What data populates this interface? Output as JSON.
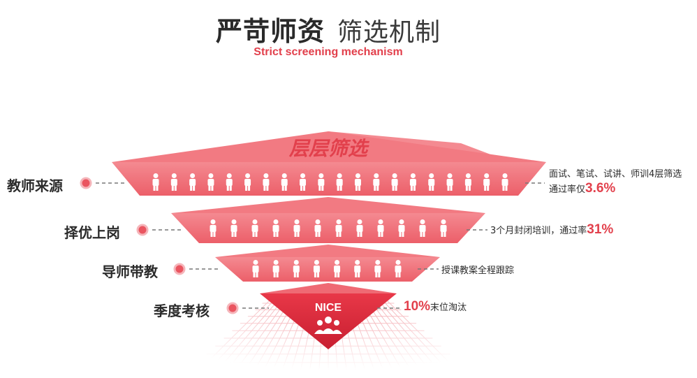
{
  "header": {
    "title_bold": "严苛师资",
    "title_light": "筛选机制",
    "subtitle": "Strict screening mechanism"
  },
  "funnel": {
    "top_banner": "层层筛选",
    "bottom_badge": "NICE",
    "bottom_icon": "group-people-icon",
    "colors": {
      "accent": "#e2404c",
      "tier_light": "#f27a82",
      "tier_mid": "#ec5f69",
      "tier_dark": "#d92a3a",
      "grid": "#f3a5ab",
      "dot": "#ea5560",
      "person": "#ffffff"
    },
    "tiers": [
      {
        "label": "教师来源",
        "desc_line1": "面试、笔试、试讲、师训4层筛选",
        "desc_prefix": "通过率仅",
        "desc_highlight": "3.6%",
        "desc_suffix": "",
        "people": 20
      },
      {
        "label": "择优上岗",
        "desc_line1": "",
        "desc_prefix": "3个月封闭培训，通过率",
        "desc_highlight": "31%",
        "desc_suffix": "",
        "people": 12
      },
      {
        "label": "导师带教",
        "desc_line1": "",
        "desc_prefix": "授课教案全程跟踪",
        "desc_highlight": "",
        "desc_suffix": "",
        "people": 8
      },
      {
        "label": "季度考核",
        "desc_line1": "",
        "desc_prefix": "",
        "desc_highlight": "10%",
        "desc_suffix": "末位淘汰",
        "people": 0
      }
    ]
  }
}
